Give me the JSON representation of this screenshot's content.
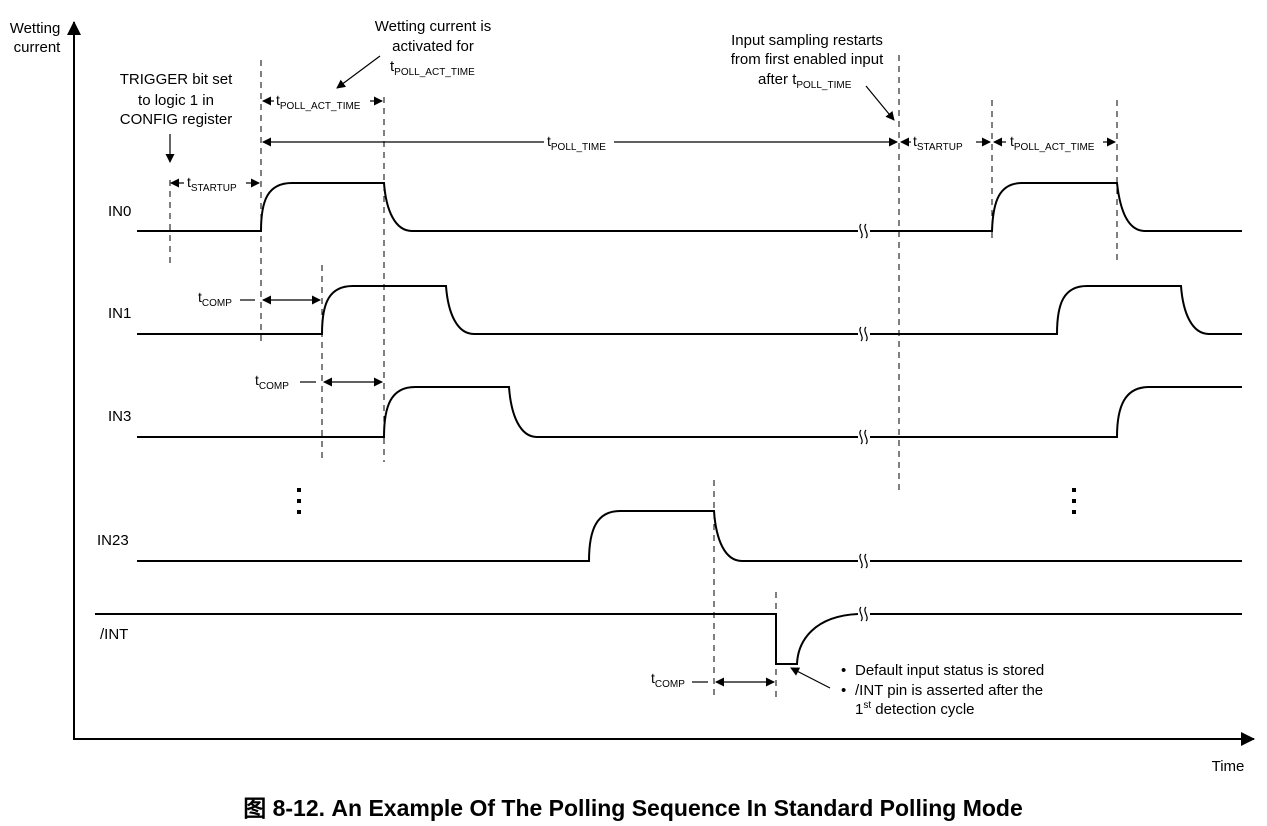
{
  "axes": {
    "y_label_line1": "Wetting",
    "y_label_line2": "current",
    "x_label": "Time"
  },
  "signals": {
    "in0": "IN0",
    "in1": "IN1",
    "in3": "IN3",
    "in23": "IN23",
    "int": "/INT"
  },
  "annotations": {
    "trigger_line1": "TRIGGER bit set",
    "trigger_line2": "to logic 1 in",
    "trigger_line3": "CONFIG register",
    "wetting_line1": "Wetting current is",
    "wetting_line2": "activated for",
    "restart_line1": "Input sampling restarts",
    "restart_line2": "from first enabled input",
    "restart_line3_prefix": "after ",
    "bullet1": "Default input status is stored",
    "bullet2": "/INT pin is asserted after the",
    "bullet3_num": "1",
    "bullet3_sup": "st",
    "bullet3_rest": " detection cycle",
    "bullet_mark": "•"
  },
  "timing": {
    "t": "t",
    "startup_sub": "STARTUP",
    "poll_act_sub": "POLL_ACT_TIME",
    "poll_time_sub": "POLL_TIME",
    "comp_sub": "COMP"
  },
  "caption": "图 8-12. An Example Of The Polling Sequence In Standard Polling Mode"
}
